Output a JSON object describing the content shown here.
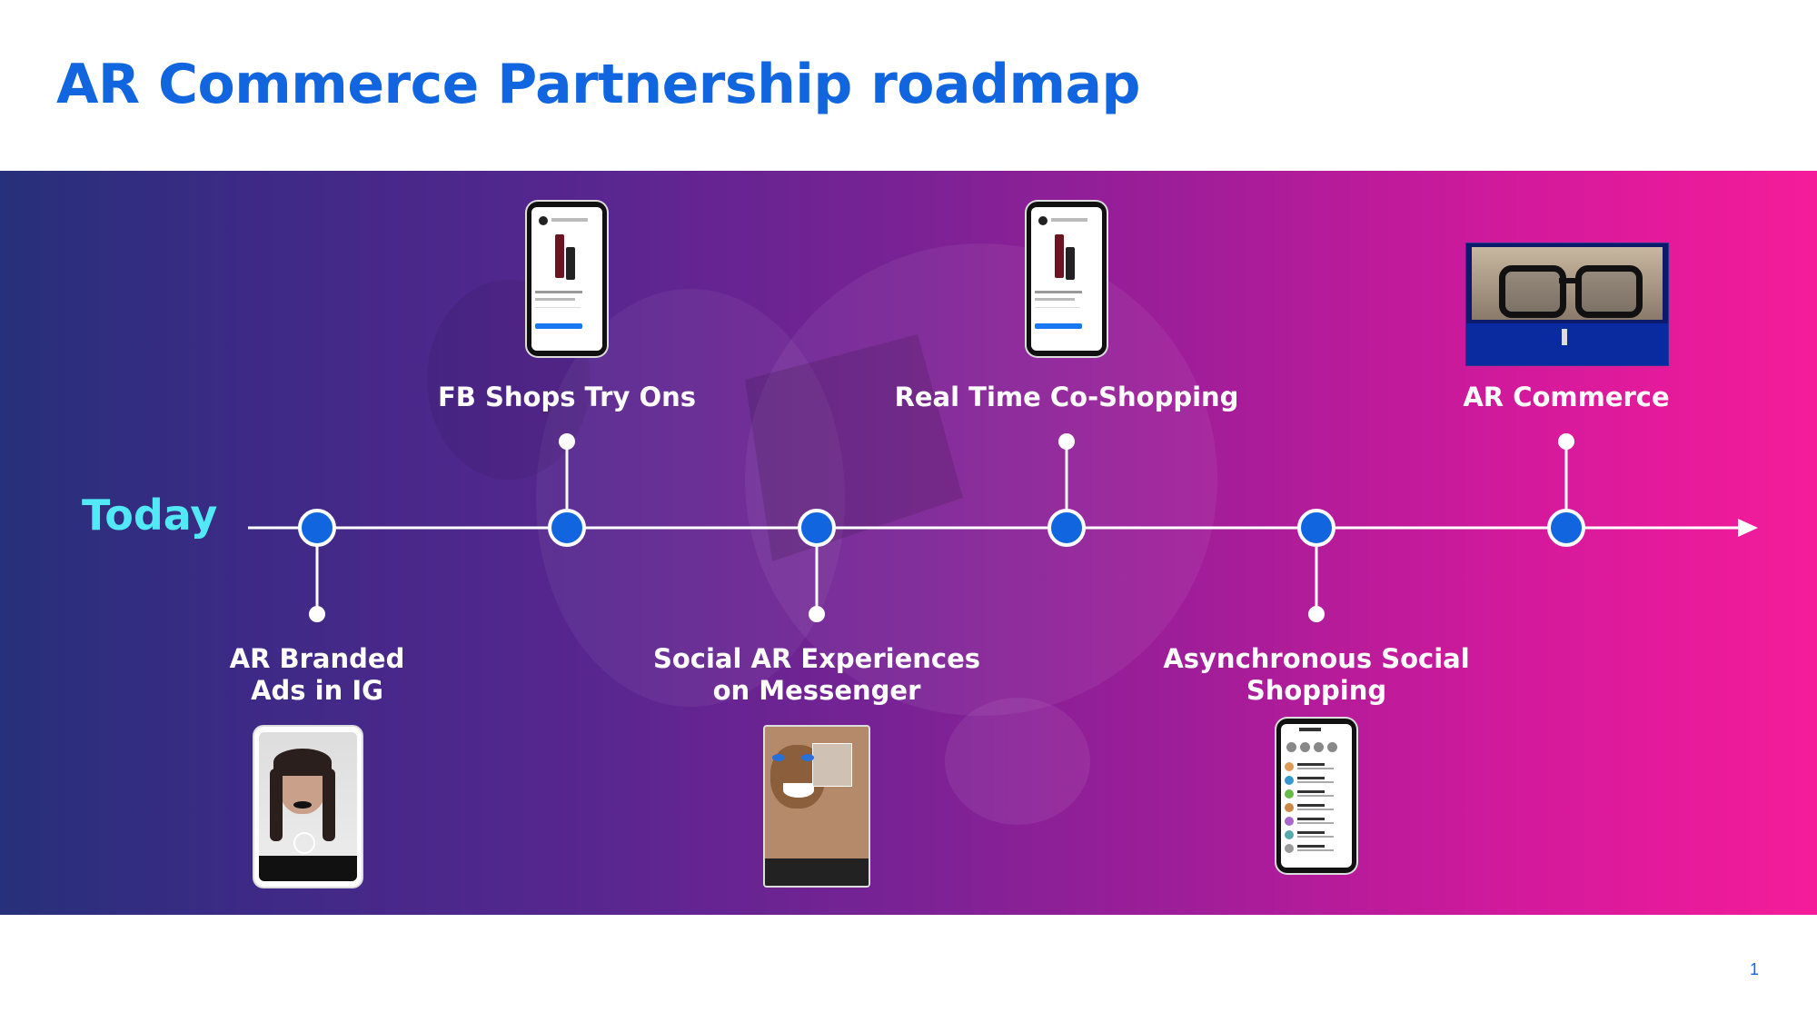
{
  "title": "AR Commerce Partnership roadmap",
  "timeline": {
    "start_label": "Today",
    "milestones": [
      {
        "label": "AR Branded\nAds in IG",
        "position": "below",
        "image": "phone-ar-face-filter"
      },
      {
        "label": "FB Shops Try Ons",
        "position": "above",
        "image": "phone-lipstick-product"
      },
      {
        "label": "Social AR Experiences\non Messenger",
        "position": "below",
        "image": "phone-video-call-ar"
      },
      {
        "label": "Real Time Co-Shopping",
        "position": "above",
        "image": "phone-lipstick-product"
      },
      {
        "label": "Asynchronous Social\nShopping",
        "position": "below",
        "image": "phone-chat-list"
      },
      {
        "label": "AR Commerce",
        "position": "above",
        "image": "ar-glasses-stage-photo"
      }
    ]
  },
  "colors": {
    "title": "#1166e0",
    "today": "#52e8f5",
    "node": "#1166e0",
    "gradient_start": "#27307a",
    "gradient_end": "#f51c9a"
  },
  "page_number": "1"
}
